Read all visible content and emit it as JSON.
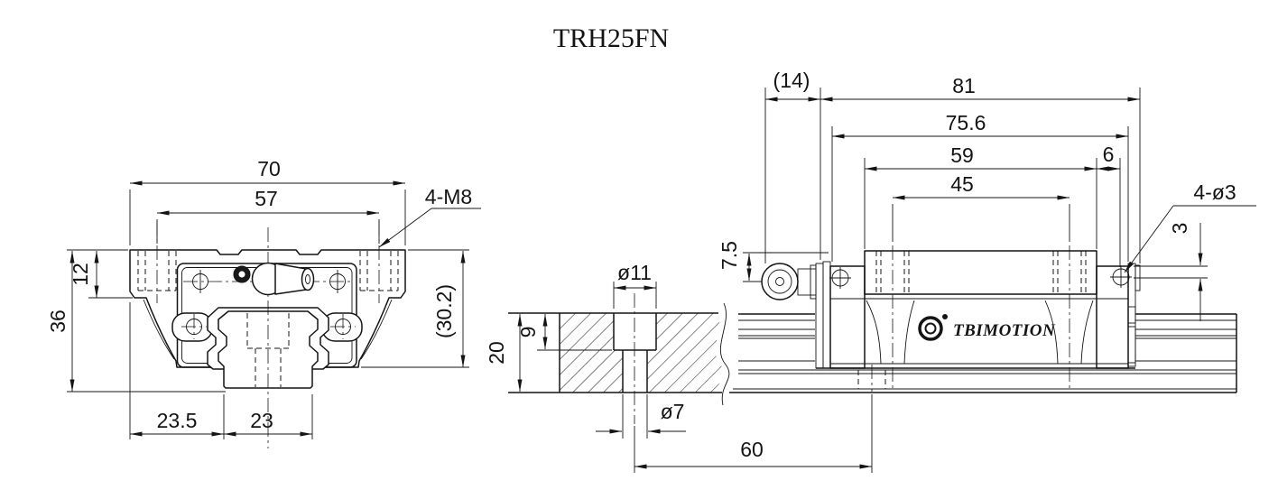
{
  "title": "TRH25FN",
  "brand_logo": "TBIMOTION",
  "front_view": {
    "dim_overall_width": "70",
    "dim_tap_hole_spacing": "57",
    "thread_callout": "4-M8",
    "dim_flange_height": "12",
    "dim_total_height": "36",
    "dim_block_height": "(30.2)",
    "dim_edge_to_rail": "23.5",
    "dim_rail_width": "23"
  },
  "side_view": {
    "dim_grease_nipple_length": "(14)",
    "dim_overall_length": "81",
    "dim_block_length": "75.6",
    "dim_body_length": "59",
    "dim_end_hole_offset": "6",
    "dim_mount_hole_spacing": "45",
    "hole_callout": "4-ø3",
    "dim_hole_drop": "3",
    "dim_nipple_center_height": "7.5",
    "dim_counterbore_dia": "ø11",
    "dim_counterbore_depth": "9",
    "dim_rail_height": "20",
    "dim_bolt_hole_dia": "ø7",
    "dim_rail_hole_pitch": "60"
  }
}
